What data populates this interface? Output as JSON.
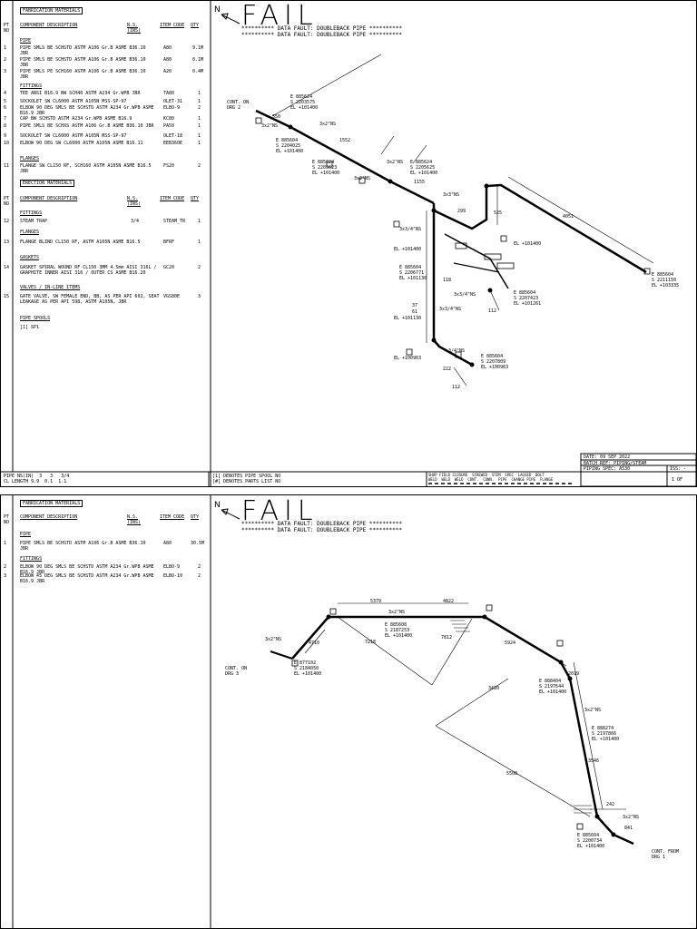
{
  "sheet1": {
    "fab_title": "FABRICATION MATERIALS",
    "col_pt": "PT\nNO",
    "col_desc": "COMPONENT DESCRIPTION",
    "col_ns": "N.S.\n(INS)",
    "col_item": "ITEM CODE",
    "col_qty": "QTY",
    "pipe_head": "PIPE",
    "pipe_rows": [
      {
        "pt": "1",
        "desc": "PIPE SMLS BE SCHSTD ASTM A106 Gr.B ASME B36.10 JBR",
        "code": "A80",
        "qty": "9.1M"
      },
      {
        "pt": "2",
        "desc": "PIPE SMLS BE SCHSTD ASTM A106 Gr.B ASME B36.10 JBR",
        "code": "A80",
        "qty": "0.1M"
      },
      {
        "pt": "3",
        "desc": "PIPE SMLS PE SCH160 ASTM A106 Gr.B ASME B36.10 JBR",
        "code": "A20",
        "qty": "0.4M"
      }
    ],
    "fittings_head": "FITTINGS",
    "fitting_rows": [
      {
        "pt": "4",
        "desc": "TEE ANSI B16.9 BW SCH40 ASTM A234 Gr.WPB JBR",
        "code": "TA80",
        "qty": "1"
      },
      {
        "pt": "5",
        "desc": "SOCKOLET SW CL6000 ASTM A105N MSS-SP-97",
        "code": "OLET-31",
        "qty": "1"
      },
      {
        "pt": "6",
        "desc": "ELBOW 90 DEG SMLS BE SCHSTD ASTM A234 Gr.WPB ASME B16.9 JBR",
        "code": "ELBO-9",
        "qty": "2"
      },
      {
        "pt": "7",
        "desc": "CAP BW SCHSTD ASTM A234 Gr.WPB ASME B16.9",
        "code": "KC80",
        "qty": "1"
      },
      {
        "pt": "8",
        "desc": "PIPE SMLS BE SCHXS ASTM A106 Gr.B ASME B36.10 JBR",
        "code": "PA50",
        "qty": "1"
      },
      {
        "pt": "9",
        "desc": "SOCKOLET SW CL6000 ASTM A105N MSS-SP-97",
        "code": "OLET-18",
        "qty": "1"
      },
      {
        "pt": "10",
        "desc": "ELBOW 90 DEG SW CL6000 ASTM A105N ASME B16.11",
        "code": "EEB360E",
        "qty": "1"
      }
    ],
    "flanges_head": "FLANGES",
    "flange_rows": [
      {
        "pt": "11",
        "desc": "FLANGE SW CL150 RF, SCH160 ASTM A105N ASME B16.5 JBR",
        "code": "FS20",
        "qty": "2"
      }
    ],
    "erect_title": "ERECTION MATERIALS",
    "fittings2_head": "FITTINGS",
    "fitting2_rows": [
      {
        "pt": "12",
        "desc": "STEAM TRAP",
        "ns": "3/4",
        "code": "STEAM_TR",
        "qty": "1"
      }
    ],
    "flanges2_head": "FLANGES",
    "flange2_rows": [
      {
        "pt": "13",
        "desc": "FLANGE BLIND CL150 RF, ASTM A105N ASME B16.5",
        "code": "BFRF",
        "qty": "1"
      }
    ],
    "gaskets_head": "GASKETS",
    "gasket_rows": [
      {
        "pt": "14",
        "desc": "GASKET SPIRAL WOUND RF CL150 3MM 4.5mm AISI 316L / GRAPHITE INNER AISI 316 / OUTER CS ASME B16.20",
        "code": "GC20",
        "qty": "2"
      }
    ],
    "valves_head": "VALVES / IN-LINE ITEMS",
    "valve_rows": [
      {
        "pt": "15",
        "desc": "GATE VALVE, SW FEMALE END, BB, AS PER API 602, SEAT LEAKAGE AS PER API 598, ASTM A105N, JBR",
        "code": "VGS80E",
        "qty": "3"
      }
    ],
    "spools_head": "PIPE SPOOLS",
    "spool_id": "[1] SP1",
    "fail": "FAIL",
    "fault1": "********** DATA FAULT: DOUBLEBACK PIPE **********",
    "fault2": "********** DATA FAULT: DOUBLEBACK PIPE **********",
    "cont_on": "CONT. ON\nDRG 2",
    "footer_pipe": "PIPE NS(IN)  3   3   3/4\nCL LENGTH 9.9  0.1  1.1",
    "footer_legend": "[1] DENOTES PIPE SPOOL NO\n[#] DENOTES PARTS LIST NO",
    "footer_symbols": "SHOP FIELD CLOSURE  SCREWED  STEM  SPEC  LAGGED  BOLT\nWELD  WELD  WELD  CONT.  CONN.  PIPE  CHANGE PIPE  FLANGE",
    "title_date": "DATE: 09 SEP 2022",
    "title_batch": "BATCH REF: PIPING/STEAM",
    "title_spec": "PIPING SPEC: A530",
    "title_iss": "ISS: -",
    "title_sh": "1 OF"
  },
  "sheet2": {
    "fab_title": "FABRICATION MATERIALS",
    "col_pt": "PT\nNO",
    "col_desc": "COMPONENT DESCRIPTION",
    "col_ns": "N.S.\n(INS)",
    "col_item": "ITEM CODE",
    "col_qty": "QTY",
    "pipe_head": "PIPE",
    "pipe_rows": [
      {
        "pt": "1",
        "desc": "PIPE SMLS BE SCHSTD ASTM A106 Gr.B ASME B36.10 JBR",
        "code": "A80",
        "qty": "30.5M"
      }
    ],
    "fittings_head": "FITTINGS",
    "fitting_rows": [
      {
        "pt": "2",
        "desc": "ELBOW 90 DEG SMLS BE SCHSTD ASTM A234 Gr.WPB ASME B16.9 JBR",
        "code": "ELBO-9",
        "qty": "2"
      },
      {
        "pt": "3",
        "desc": "ELBOW 45 DEG SMLS BE SCHSTD ASTM A234 Gr.WPB ASME B16.9 JBR",
        "code": "ELBO-10",
        "qty": "2"
      }
    ],
    "fail": "FAIL",
    "fault1": "********** DATA FAULT: DOUBLEBACK PIPE **********",
    "fault2": "********** DATA FAULT: DOUBLEBACK PIPE **********",
    "cont_on": "CONT. ON\nDRG 3",
    "cont_from": "CONT. FROM\nDRG 1"
  },
  "iso1": {
    "labels": [
      "E 885624\nS 2203575\nEL +101400",
      "E 885604\nS 2204025\nEL +101400",
      "E 885624\nS 2205623\nEL +101400",
      "E 885624\nS 2205625\nEL +101400",
      "EL +101400",
      "EL +101400",
      "E 885604\nS 2211150\nEL +103335",
      "E 885604\nS 2207423\nEL +101261",
      "E 885604\nS 2206771\nEL +101130",
      "EL +101130",
      "E 885604\nS 2207809\nEL +100963",
      "EL +100963"
    ],
    "dims": [
      "3x2\"NS",
      "3x2\"NS",
      "3x2\"NS",
      "3x2\"NS",
      "3x3\"NS",
      "3x3/4\"NS",
      "3x3/4\"NS",
      "3/4\"NS",
      "3x3/4\"NS",
      "4051",
      "1552",
      "1155",
      "550",
      "299",
      "525",
      "112",
      "118",
      "37",
      "61",
      "222",
      "112"
    ]
  },
  "iso2": {
    "labels": [
      "E 885608\nS 2187253\nEL +101400",
      "E 877102\nS 2184050\nEL +101400",
      "E 888404\nS 2197644\nEL +101400",
      "E 888274\nS 2197866\nEL +101400",
      "E 885604\nS 2200734\nEL +101400"
    ],
    "dims": [
      "3x2\"NS",
      "3x2\"NS",
      "3x2\"NS",
      "3x2\"NS",
      "5379",
      "4822",
      "7218",
      "7812",
      "5924",
      "3410",
      "5508",
      "2019",
      "3546",
      "242",
      "4710",
      "841"
    ]
  }
}
